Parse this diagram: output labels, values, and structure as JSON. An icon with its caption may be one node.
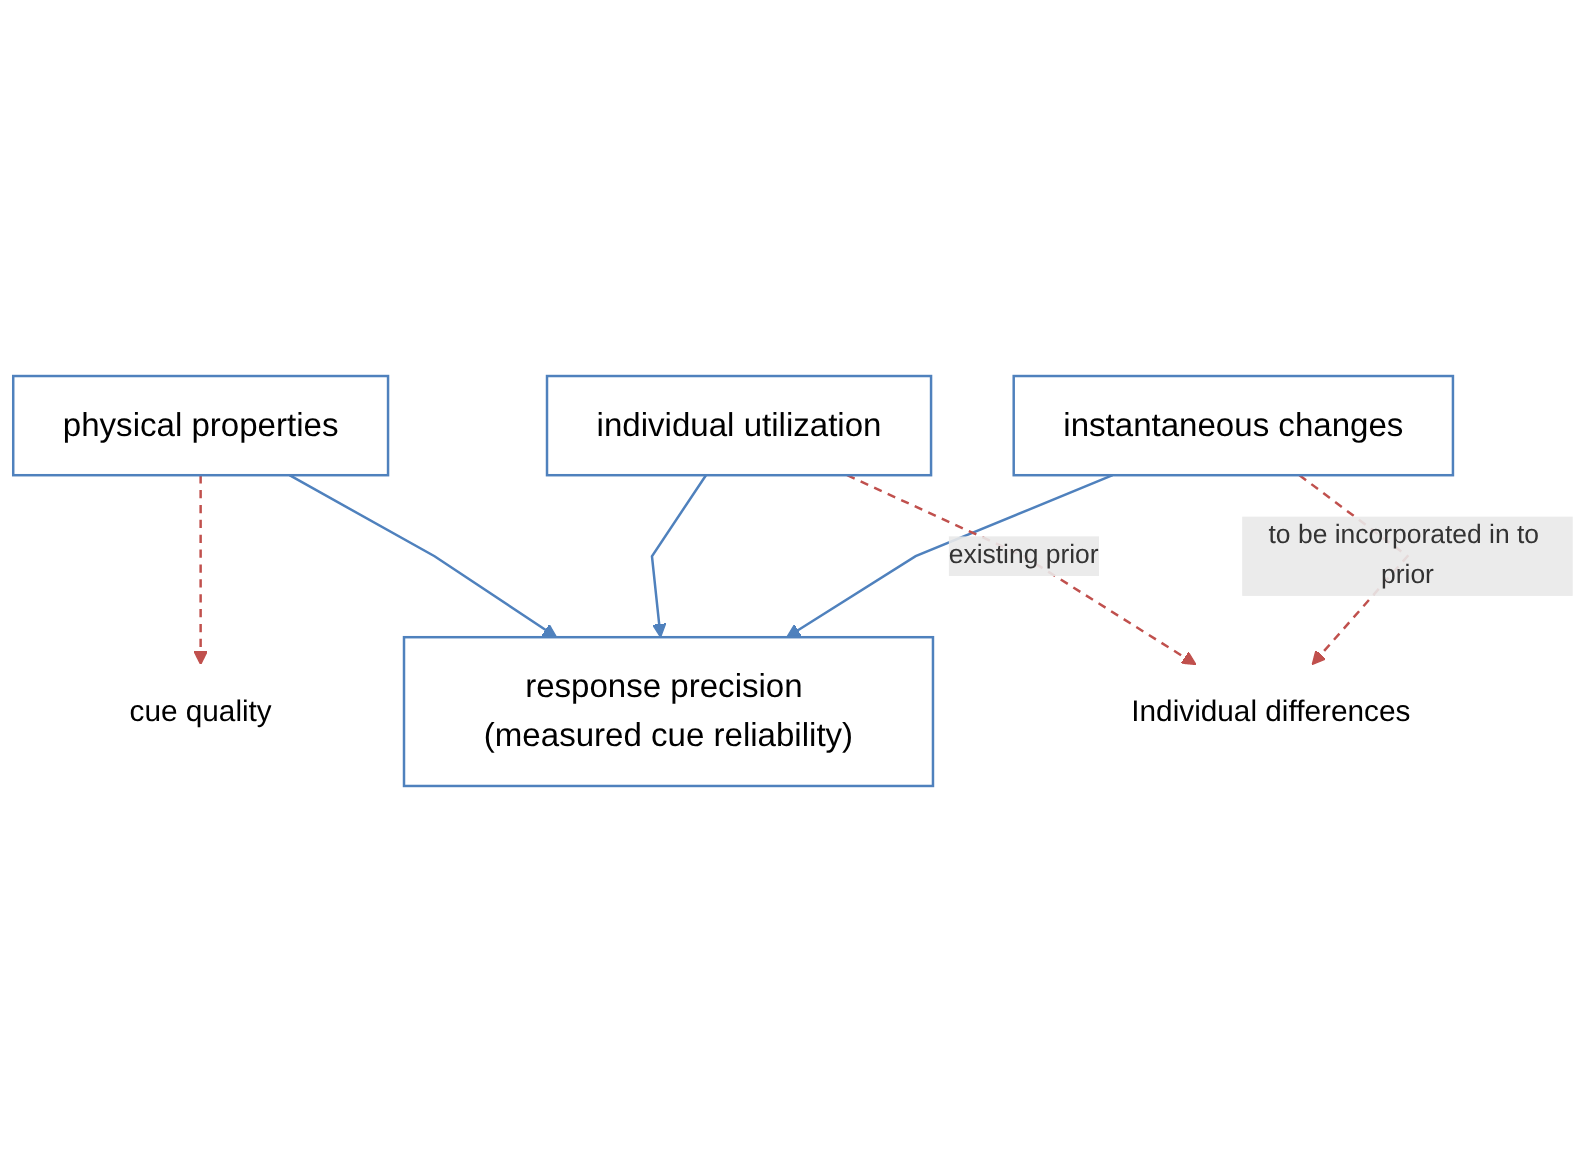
{
  "diagram": {
    "nodes": [
      {
        "text": [
          "physical properties"
        ]
      },
      {
        "text": [
          "cue quality"
        ]
      },
      {
        "text": [
          "response precision (measured cue reliability)"
        ]
      },
      {
        "text": [
          "individual utilization"
        ]
      },
      {
        "text": [
          "instantaneous changes"
        ]
      },
      {
        "text": [
          "Individual differences"
        ]
      }
    ],
    "edges": [
      {
        "from": 0,
        "to": 1,
        "arrow": "to",
        "style": "dashed",
        "color": "#c0504d"
      },
      {
        "from": 0,
        "to": 2,
        "arrow": "to",
        "color": "#4f81bd"
      },
      {
        "from": 3,
        "to": 2,
        "arrow": "to",
        "color": "#4f81bd"
      },
      {
        "from": 4,
        "to": 2,
        "arrow": "to",
        "color": "#4f81bd"
      },
      {
        "from": 3,
        "to": 5,
        "arrow": "to",
        "style": "dashed",
        "color": "#c0504d",
        "label": "existing prior"
      },
      {
        "from": 4,
        "to": 5,
        "arrow": "to",
        "style": "dashed",
        "color": "#c0504d",
        "label": "to be incorporated in to prior"
      }
    ]
  }
}
